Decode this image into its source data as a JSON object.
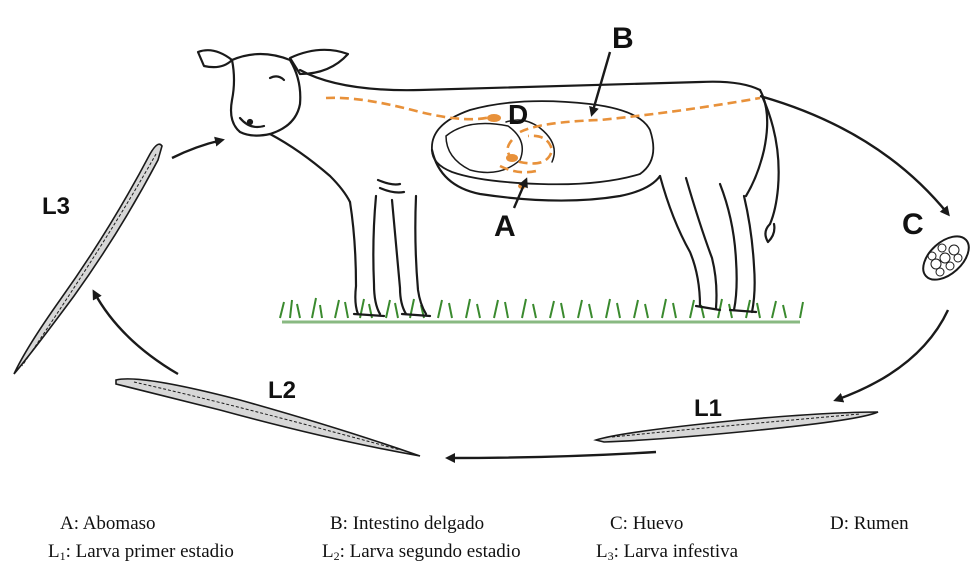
{
  "labels": {
    "A": "A",
    "B": "B",
    "C": "C",
    "D": "D",
    "L1": "L1",
    "L2": "L2",
    "L3": "L3"
  },
  "legend": {
    "a": "A: Abomaso",
    "b": "B: Intestino delgado",
    "c": "C: Huevo",
    "d": "D: Rumen",
    "l1": {
      "prefix": "L",
      "sub": "1",
      "text": ": Larva primer estadio"
    },
    "l2": {
      "prefix": "L",
      "sub": "2",
      "text": ": Larva segundo estadio"
    },
    "l3": {
      "prefix": "L",
      "sub": "3",
      "text": ": Larva infestiva"
    }
  },
  "colors": {
    "line": "#1a1a1a",
    "gut_path": "#e8913a",
    "grass": "#3a8a2e"
  }
}
